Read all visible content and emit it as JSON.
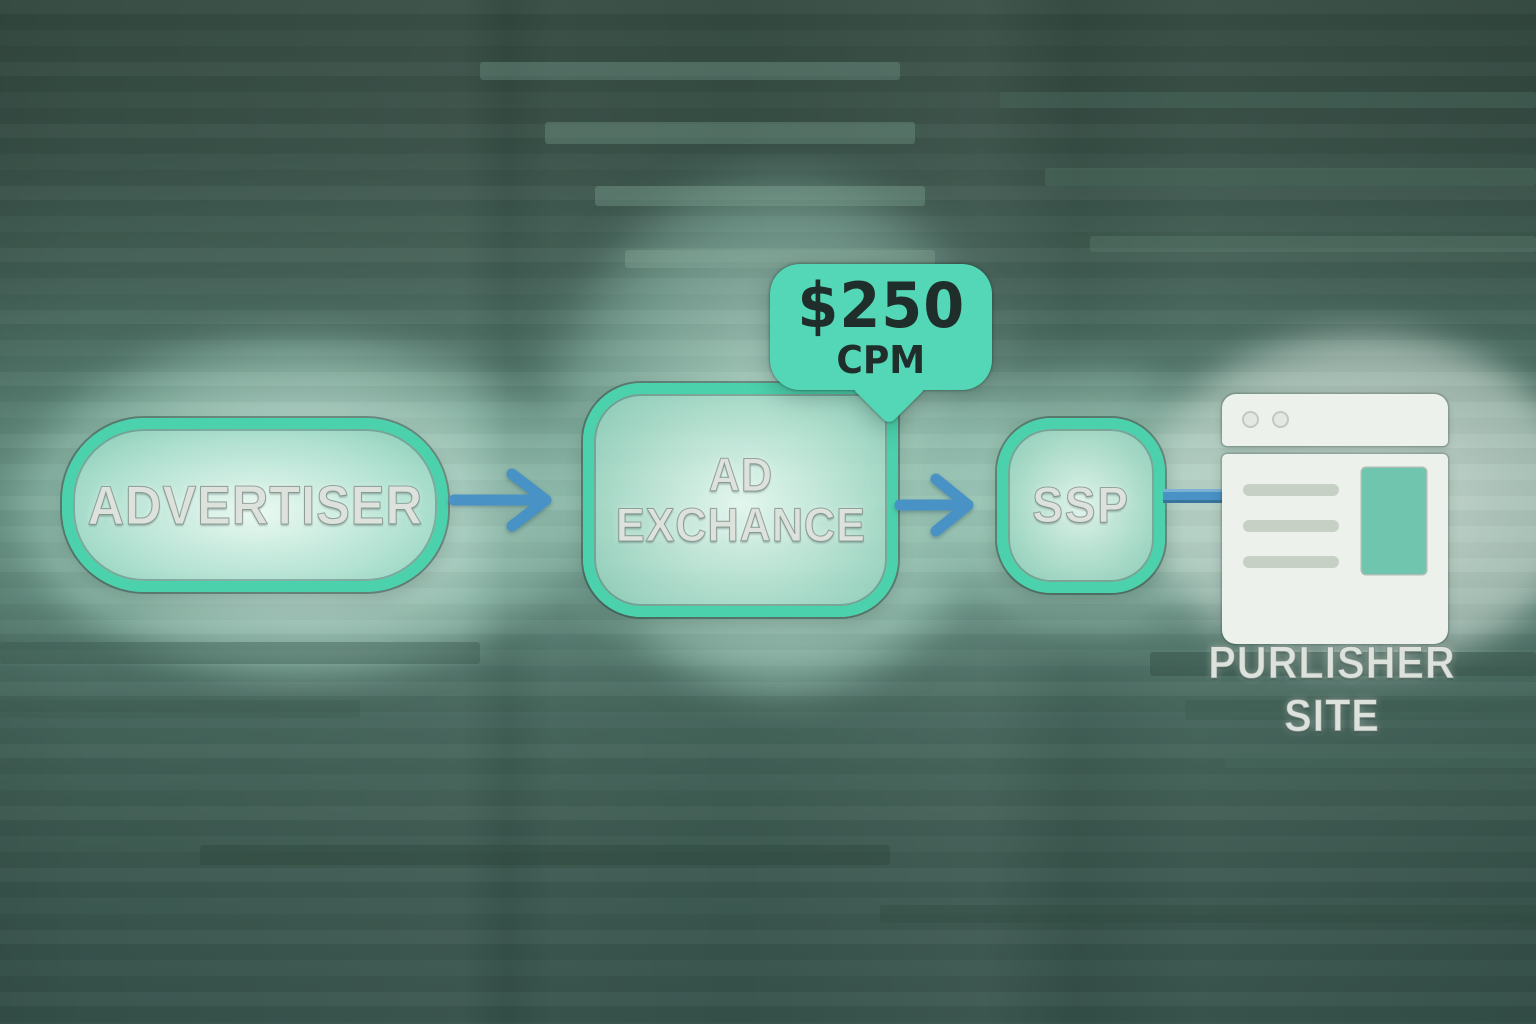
{
  "diagram": {
    "description": "Programmatic advertising flow diagram",
    "nodes": {
      "advertiser": {
        "label": "ADVERTISER"
      },
      "ad_exchange": {
        "label_line1": "AD",
        "label_line2": "EXCHANCE"
      },
      "ssp": {
        "label": "SSP"
      },
      "publisher": {
        "label_line1": "PURLISHER",
        "label_line2": "SITE"
      }
    },
    "bid_bubble": {
      "amount": "$250",
      "unit": "CPM"
    },
    "icons": [
      "arrow-right-icon",
      "speech-bubble-icon",
      "browser-window-icon",
      "window-dot-icon",
      "text-line-icon",
      "ad-slot-icon"
    ],
    "colors": {
      "node_border": "#4bd1ac",
      "node_fill_light": "#e9f8f1",
      "arrow_blue": "#4992c6",
      "bubble_fill": "#54d7b6",
      "bubble_text": "#1f2e2a",
      "label_text": "#dde2dc",
      "browser_fill": "#edf1eb",
      "ad_slot_fill": "#6fc5ae",
      "background_base": "#36524a"
    }
  }
}
